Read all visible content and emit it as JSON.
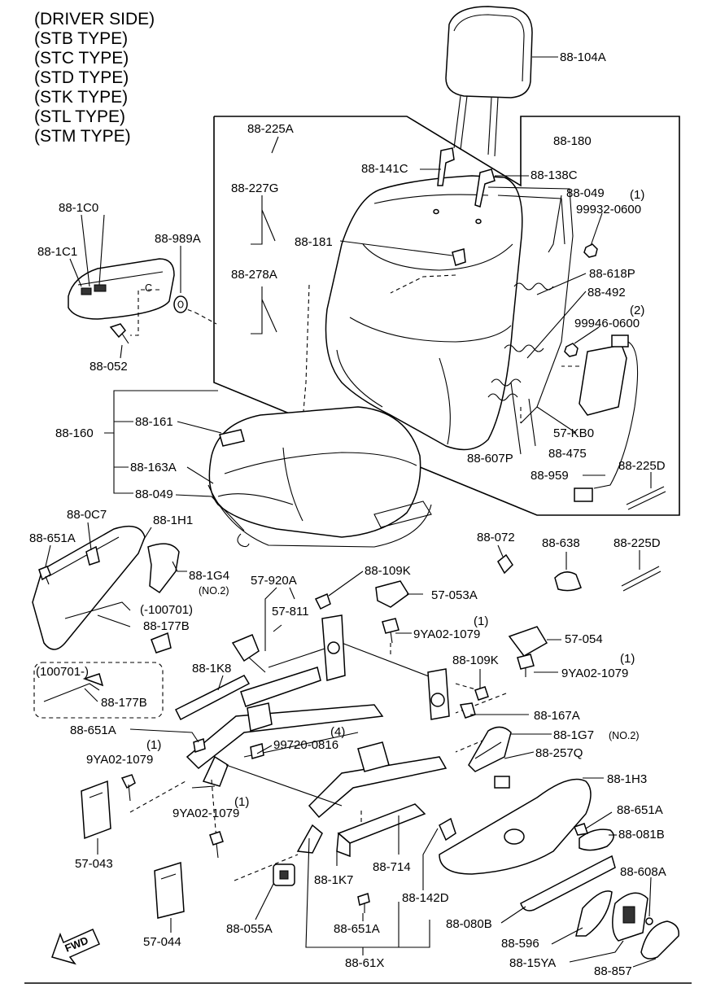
{
  "title_lines": [
    "(DRIVER SIDE)",
    "(STB TYPE)",
    "(STC TYPE)",
    "(STD TYPE)",
    "(STK TYPE)",
    "(STL TYPE)",
    "(STM TYPE)"
  ],
  "labels": {
    "p88_104A": "88-104A",
    "p88_180": "88-180",
    "p88_225A": "88-225A",
    "p88_141C": "88-141C",
    "p88_138C": "88-138C",
    "p88_227G": "88-227G",
    "p88_049_top": "88-049",
    "q1_top": "(1)",
    "p99932_0600": "99932-0600",
    "p88_1C0": "88-1C0",
    "p88_989A": "88-989A",
    "p88_1C1": "88-1C1",
    "p88_181": "88-181",
    "p88_618P": "88-618P",
    "p88_278A": "88-278A",
    "p88_492": "88-492",
    "q2": "(2)",
    "p99946_0600": "99946-0600",
    "p88_052": "88-052",
    "p88_160": "88-160",
    "p88_161": "88-161",
    "p57_KB0": "57-KB0",
    "p88_475": "88-475",
    "p88_163A": "88-163A",
    "p88_607P": "88-607P",
    "p88_959": "88-959",
    "p88_225D_top": "88-225D",
    "p88_049_low": "88-049",
    "p88_0C7": "88-0C7",
    "p88_1H1": "88-1H1",
    "p88_072": "88-072",
    "p88_638": "88-638",
    "p88_225D": "88-225D",
    "p88_651A_left": "88-651A",
    "p88_1G4": "88-1G4",
    "no2_a": "(NO.2)",
    "p57_920A": "57-920A",
    "p88_109K_top": "88-109K",
    "p57_053A": "57-053A",
    "p_100701_neg": "(-100701)",
    "p88_177B_top": "88-177B",
    "p57_811": "57-811",
    "q1_a": "(1)",
    "p9YA02_1079_a": "9YA02-1079",
    "p57_054": "57-054",
    "p100701_box": "(100701-)",
    "p88_1K8": "88-1K8",
    "p88_109K_mid": "88-109K",
    "q1_b": "(1)",
    "p9YA02_1079_b": "9YA02-1079",
    "p88_177B_box": "88-177B",
    "p88_167A": "88-167A",
    "p88_651A_mid": "88-651A",
    "q4": "(4)",
    "p99720_0816": "99720-0816",
    "p88_1G7": "88-1G7",
    "no2_b": "(NO.2)",
    "q1_c": "(1)",
    "p9YA02_1079_c": "9YA02-1079",
    "p88_257Q": "88-257Q",
    "p88_1H3": "88-1H3",
    "q1_d": "(1)",
    "p9YA02_1079_d": "9YA02-1079",
    "p88_651A_right": "88-651A",
    "p88_081B": "88-081B",
    "p57_043": "57-043",
    "p88_1K7": "88-1K7",
    "p88_714": "88-714",
    "p88_608A": "88-608A",
    "p88_142D": "88-142D",
    "p88_080B": "88-080B",
    "p88_055A": "88-055A",
    "p88_651A_bottom": "88-651A",
    "p88_596": "88-596",
    "p57_044": "57-044",
    "p88_15YA": "88-15YA",
    "p88_61X": "88-61X",
    "p88_857": "88-857",
    "fwd": "FWD"
  }
}
